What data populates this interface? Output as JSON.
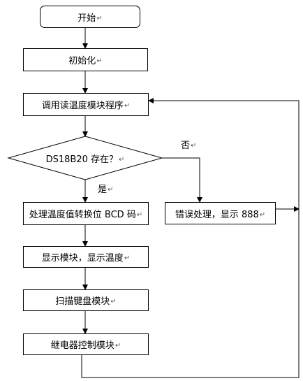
{
  "mark": "↵",
  "nodes": {
    "start": "开始",
    "init": "初始化",
    "read_temp": "调用读温度模块程序",
    "decision": "DS18B20 存在？",
    "process_temp": "处理温度值转换位 BCD 码",
    "error": "错误处理，显示 888",
    "display": "显示模块，显示温度",
    "keyboard": "扫描键盘模块",
    "relay": "继电器控制模块"
  },
  "edges": {
    "no": "否",
    "yes": "是"
  },
  "colors": {
    "line": "#000000",
    "background": "#ffffff"
  }
}
